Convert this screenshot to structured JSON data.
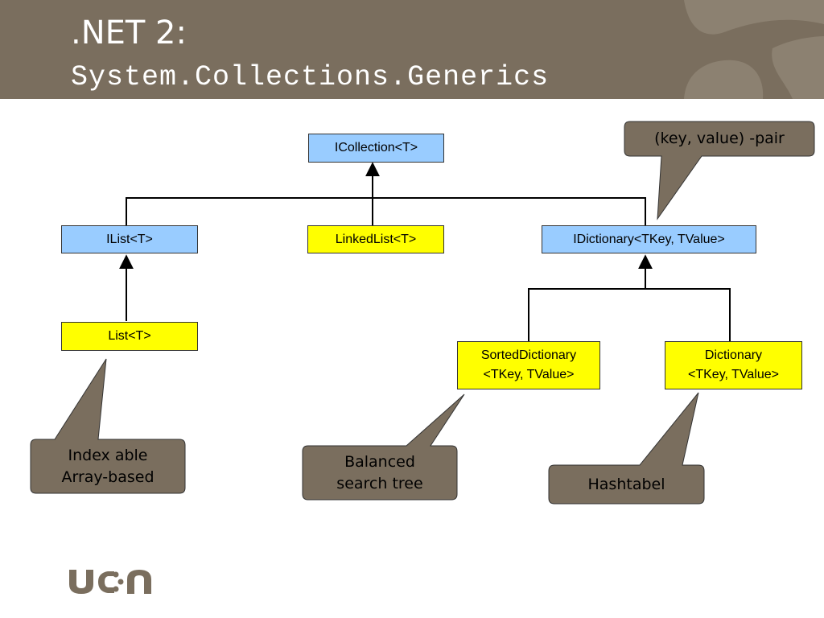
{
  "slide": {
    "title_line1": ".NET 2:",
    "title_line2": "System.Collections.Generics"
  },
  "diagram": {
    "nodes": {
      "icollection": "ICollection<T>",
      "ilist": "IList<T>",
      "linkedlist": "LinkedList<T>",
      "idictionary": "IDictionary<TKey, TValue>",
      "list": "List<T>",
      "sorteddictionary_line1": "SortedDictionary",
      "sorteddictionary_line2": "<TKey, TValue>",
      "dictionary_line1": "Dictionary",
      "dictionary_line2": "<TKey, TValue>"
    },
    "callouts": {
      "keyvalue": "(key, value) -pair",
      "indexable_line1": "Index able",
      "indexable_line2": "Array-based",
      "balanced_line1": "Balanced",
      "balanced_line2": "search tree",
      "hashtabel": "Hashtabel"
    }
  },
  "colors": {
    "header": "#7a6e5e",
    "interface_box": "#99ccff",
    "class_box": "#ffff00",
    "callout": "#7a6e5e"
  },
  "logo": {
    "name": "ucn-logo"
  }
}
